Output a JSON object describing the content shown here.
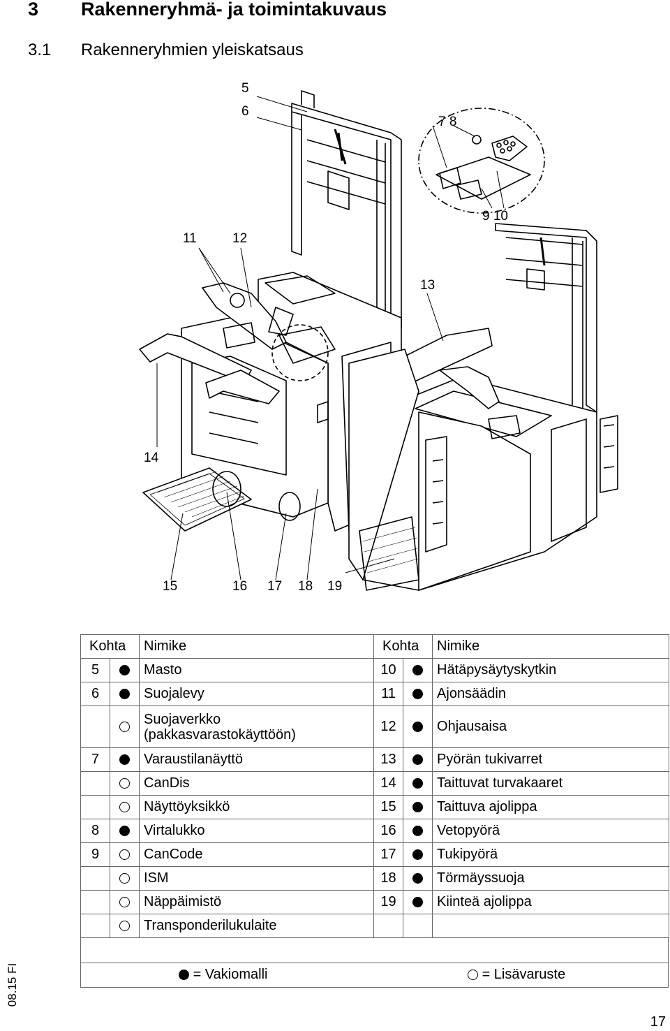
{
  "heading": {
    "number": "3",
    "title": "Rakenneryhmä- ja toimintakuvaus"
  },
  "subheading": {
    "number": "3.1",
    "title": "Rakenneryhmien yleiskatsaus"
  },
  "figure": {
    "callouts": [
      "5",
      "6",
      "7 8",
      "9 10",
      "11",
      "12",
      "13",
      "14",
      "15",
      "16",
      "17",
      "18",
      "19"
    ]
  },
  "table": {
    "headers": {
      "kohta": "Kohta",
      "nimike": "Nimike"
    },
    "rows": [
      {
        "l_kohta": "5",
        "l_mark": "std",
        "l_name": "Masto",
        "r_kohta": "10",
        "r_mark": "std",
        "r_name": "Hätäpysäytyskytkin"
      },
      {
        "l_kohta": "6",
        "l_mark": "std",
        "l_name": "Suojalevy",
        "r_kohta": "11",
        "r_mark": "std",
        "r_name": "Ajonsäädin"
      },
      {
        "l_kohta": "",
        "l_mark": "opt",
        "l_name": "Suojaverkko (pakkasvarastokäyttöön)",
        "r_kohta": "12",
        "r_mark": "std",
        "r_name": "Ohjausaisa"
      },
      {
        "l_kohta": "7",
        "l_mark": "std",
        "l_name": "Varaustilanäyttö",
        "r_kohta": "13",
        "r_mark": "std",
        "r_name": "Pyörän tukivarret"
      },
      {
        "l_kohta": "",
        "l_mark": "opt",
        "l_name": "CanDis",
        "r_kohta": "14",
        "r_mark": "std",
        "r_name": "Taittuvat turvakaaret"
      },
      {
        "l_kohta": "",
        "l_mark": "opt",
        "l_name": "Näyttöyksikkö",
        "r_kohta": "15",
        "r_mark": "std",
        "r_name": "Taittuva ajolippa"
      },
      {
        "l_kohta": "8",
        "l_mark": "std",
        "l_name": "Virtalukko",
        "r_kohta": "16",
        "r_mark": "std",
        "r_name": "Vetopyörä"
      },
      {
        "l_kohta": "9",
        "l_mark": "opt",
        "l_name": "CanCode",
        "r_kohta": "17",
        "r_mark": "std",
        "r_name": "Tukipyörä"
      },
      {
        "l_kohta": "",
        "l_mark": "opt",
        "l_name": "ISM",
        "r_kohta": "18",
        "r_mark": "std",
        "r_name": "Törmäyssuoja"
      },
      {
        "l_kohta": "",
        "l_mark": "opt",
        "l_name": "Näppäimistö",
        "r_kohta": "19",
        "r_mark": "std",
        "r_name": "Kiinteä ajolippa"
      },
      {
        "l_kohta": "",
        "l_mark": "opt",
        "l_name": "Transponderilukulaite",
        "r_kohta": "",
        "r_mark": "",
        "r_name": ""
      }
    ]
  },
  "legend": {
    "standard": "= Vakiomalli",
    "optional": "= Lisävaruste"
  },
  "footer": {
    "side_code": "08.15 FI",
    "page_number": "17"
  }
}
